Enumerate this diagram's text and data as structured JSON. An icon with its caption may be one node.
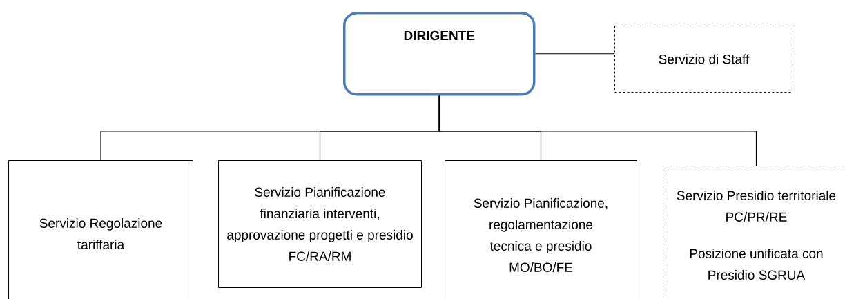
{
  "diagram": {
    "nodes": [
      {
        "text": [
          "DIRIGENTE"
        ]
      },
      {
        "text": [
          "Servizio di Staff"
        ]
      },
      {
        "text": [
          "Servizio Regolazione tariffaria"
        ]
      },
      {
        "text": [
          "Servizio Pianificazione finanziaria interventi, approvazione progetti e presidio FC/RA/RM"
        ]
      },
      {
        "text": [
          "Servizio Pianificazione, regolamentazione tecnica e presidio MO/BO/FE"
        ]
      },
      {
        "text": [
          "Servizio Presidio territoriale PC/PR/RE",
          "Posizione unificata con Presidio SGRUA"
        ]
      }
    ],
    "edges": [
      {
        "from": 0,
        "to": 1,
        "arrow": "none"
      },
      {
        "from": 0,
        "to": 2,
        "arrow": "none"
      },
      {
        "from": 0,
        "to": 3,
        "arrow": "none"
      },
      {
        "from": 0,
        "to": 4,
        "arrow": "none"
      },
      {
        "from": 0,
        "to": 5,
        "arrow": "none"
      }
    ]
  }
}
